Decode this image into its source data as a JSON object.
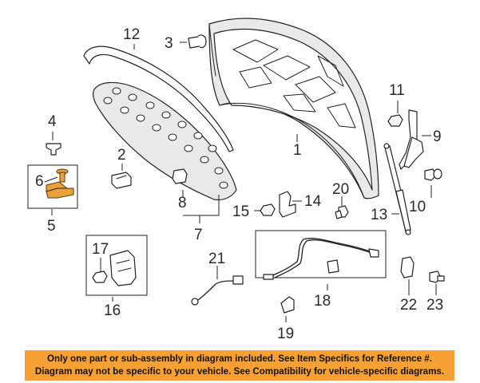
{
  "callouts": {
    "c1": "1",
    "c2": "2",
    "c3": "3",
    "c4": "4",
    "c5": "5",
    "c6": "6",
    "c7": "7",
    "c8": "8",
    "c9": "9",
    "c10": "10",
    "c11": "11",
    "c12": "12",
    "c13": "13",
    "c14": "14",
    "c15": "15",
    "c16": "16",
    "c17": "17",
    "c18": "18",
    "c19": "19",
    "c20": "20",
    "c21": "21",
    "c22": "22",
    "c23": "23"
  },
  "notice": {
    "line1": "Only one part or sub-assembly in diagram included. See Item Specifics for Reference #.",
    "line2": "Diagram may not be specific to your vehicle. See Compatibility for vehicle-specific diagrams."
  },
  "colors": {
    "notice_bg": "#f7a034",
    "highlight_part": "#e8a23a"
  }
}
